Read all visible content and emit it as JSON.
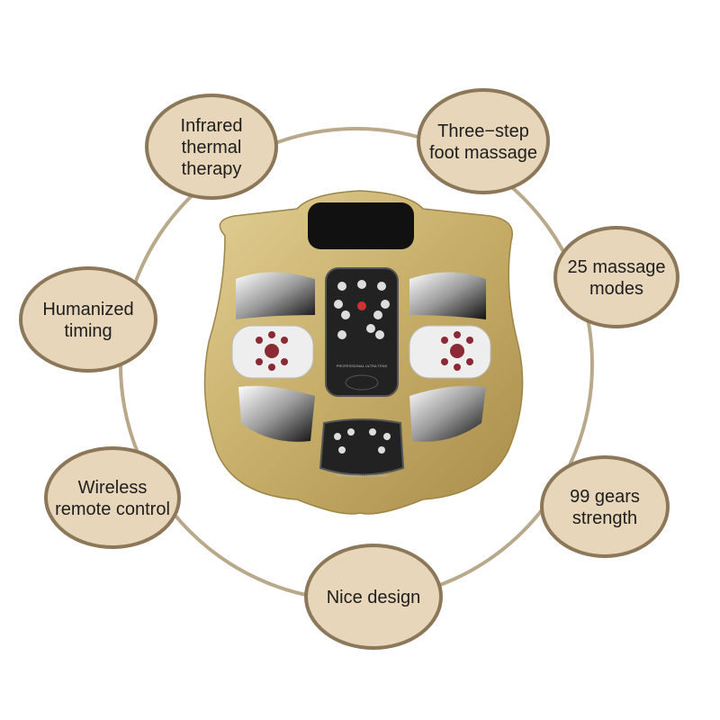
{
  "features": [
    {
      "id": "infrared",
      "lines": [
        "Infrared",
        "thermal",
        "therapy"
      ]
    },
    {
      "id": "three-step",
      "lines": [
        "Three−step",
        "foot massage"
      ]
    },
    {
      "id": "modes",
      "lines": [
        "25 massage",
        "modes"
      ]
    },
    {
      "id": "timing",
      "lines": [
        "Humanized",
        "timing"
      ]
    },
    {
      "id": "remote",
      "lines": [
        "Wireless",
        "remote control"
      ]
    },
    {
      "id": "gears",
      "lines": [
        "99 gears",
        "strength"
      ]
    },
    {
      "id": "design",
      "lines": [
        "Nice design"
      ]
    }
  ],
  "device": {
    "panel_text": "PROFESSIONAL ULTRA TENS"
  },
  "colors": {
    "ring": "#b9a98b",
    "bubble_fill": "#e7d6b9",
    "bubble_stroke": "#8c7759",
    "device_gold": "#c8b06a"
  }
}
